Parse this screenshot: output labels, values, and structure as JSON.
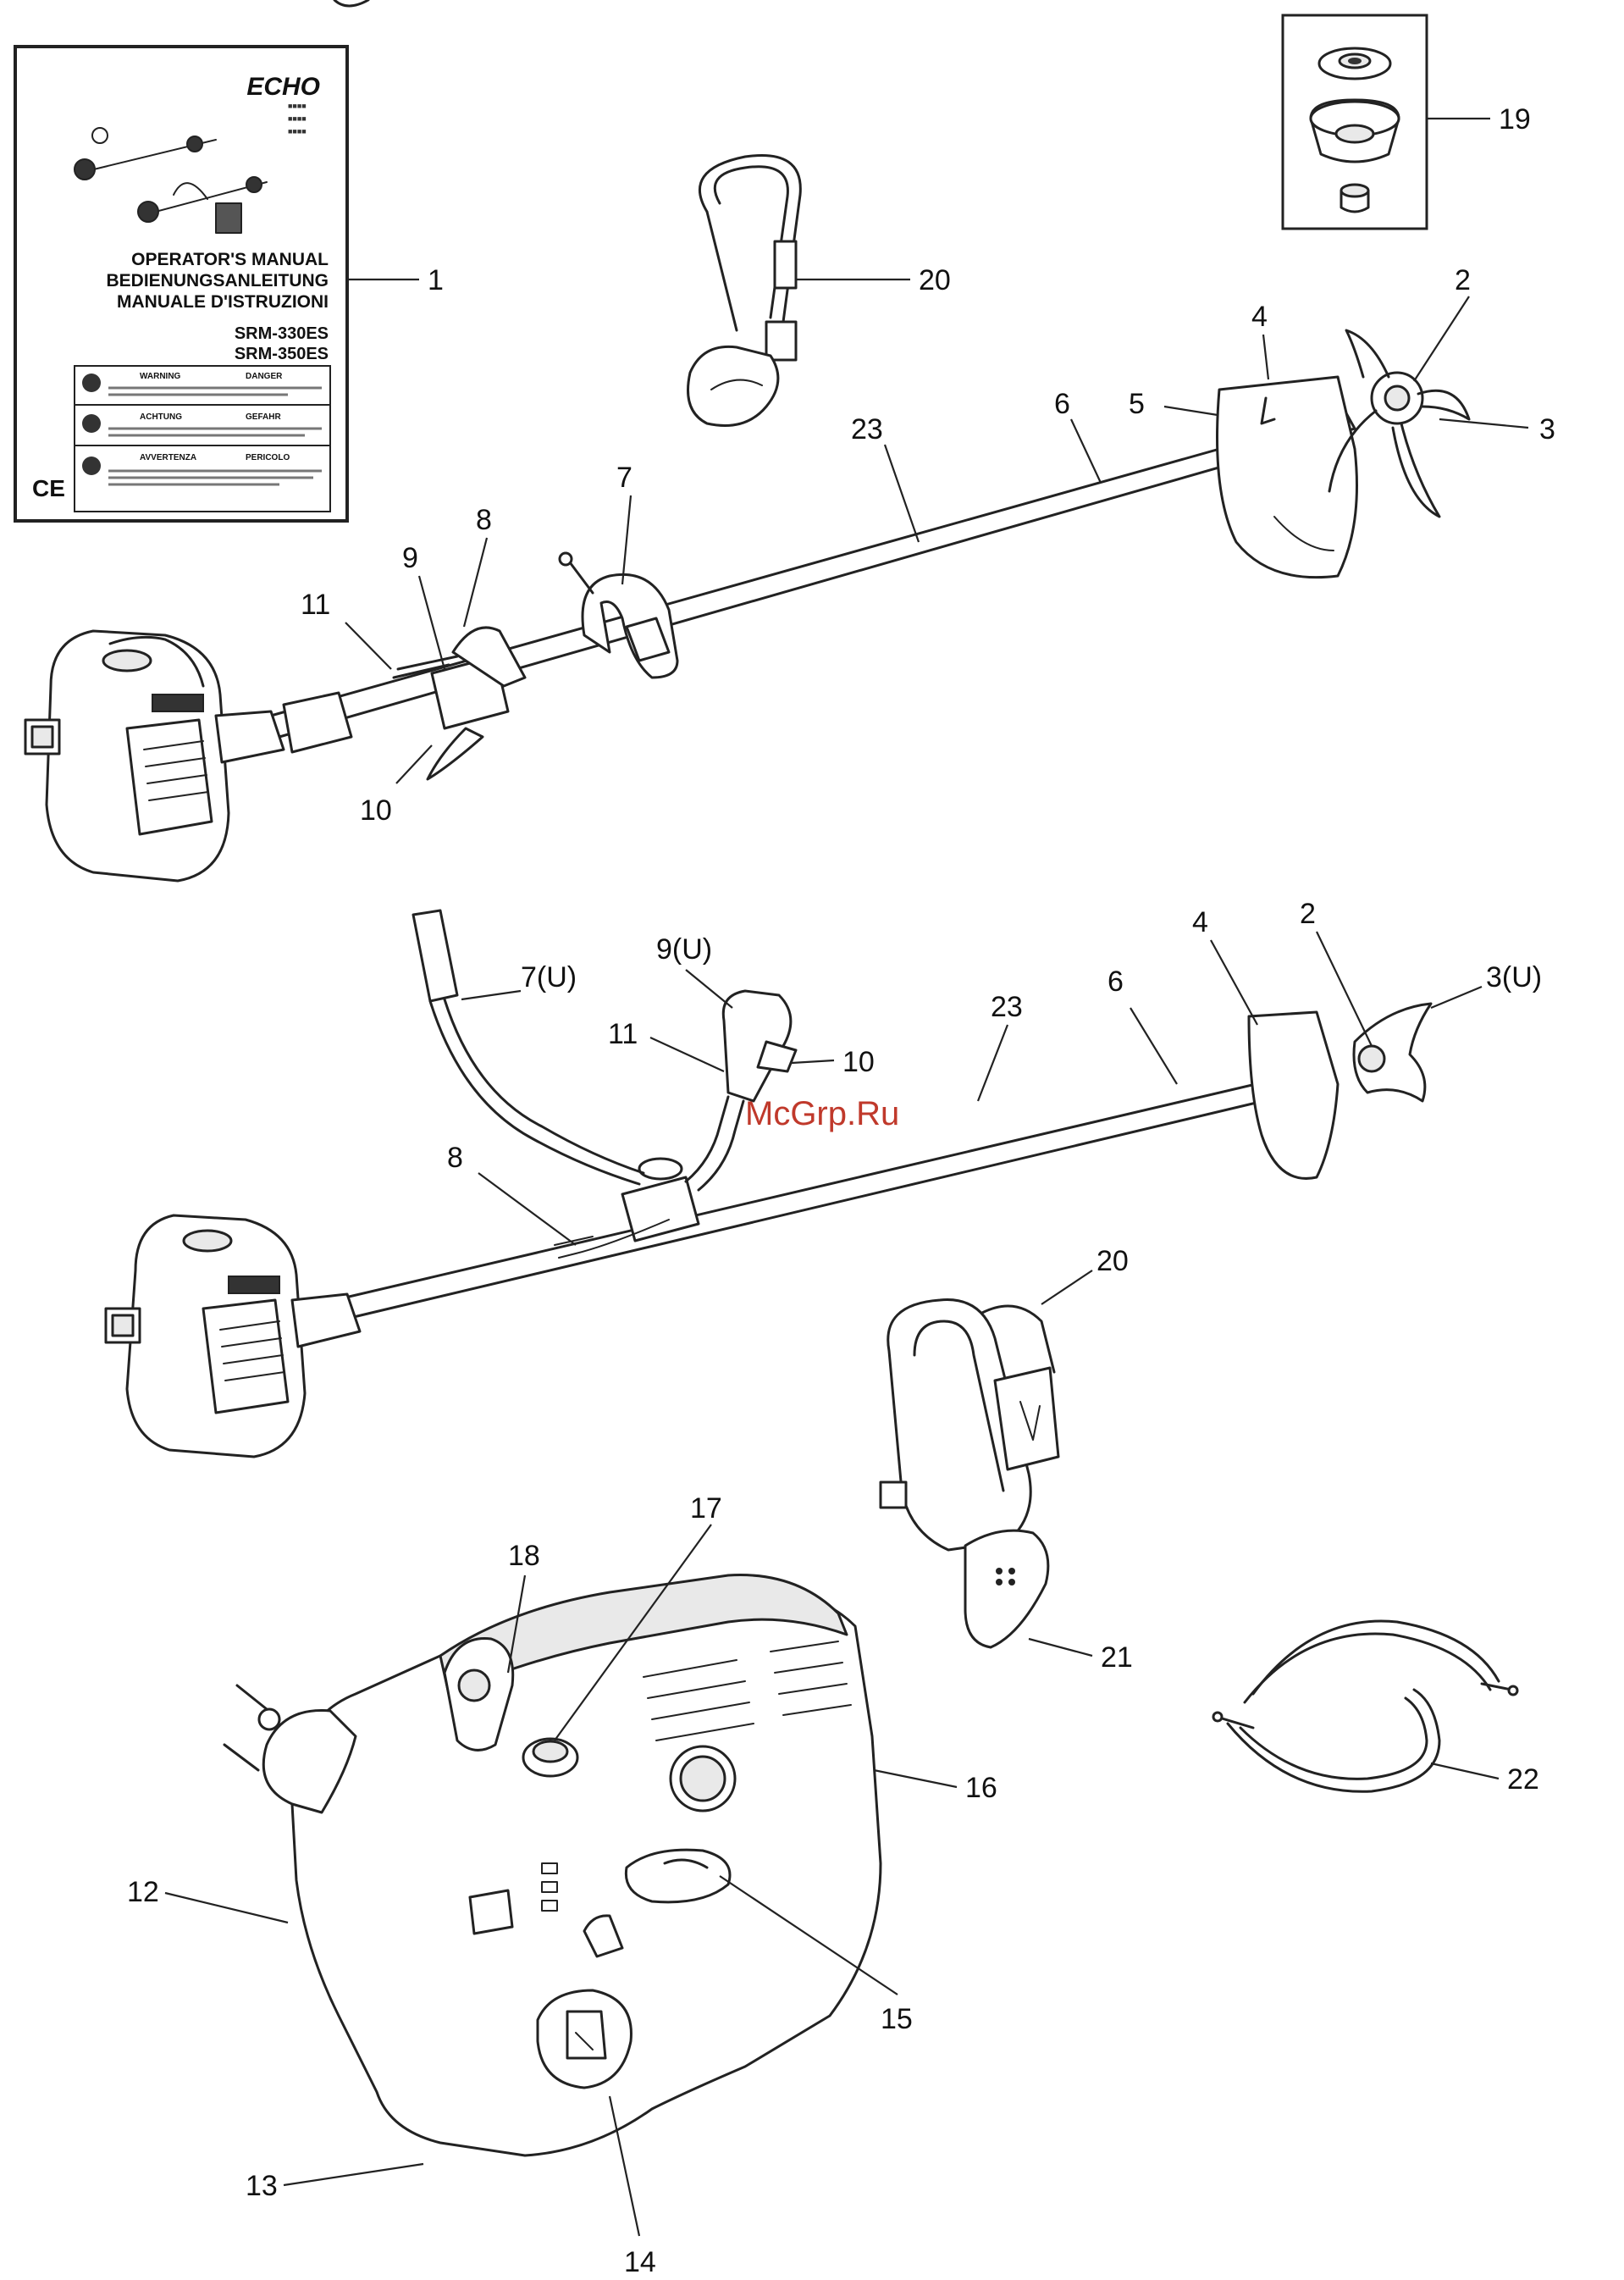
{
  "manual": {
    "brand": "ECHO",
    "title_lines": [
      "OPERATOR'S MANUAL",
      "BEDIENUNGSANLEITUNG",
      "MANUALE D'ISTRUZIONI"
    ],
    "models": [
      "SRM-330ES",
      "SRM-350ES"
    ],
    "warnings": [
      {
        "left": "WARNING",
        "right": "DANGER"
      },
      {
        "left": "ACHTUNG",
        "right": "GEFAHR"
      },
      {
        "left": "AVVERTENZA",
        "right": "PERICOLO"
      }
    ],
    "mark": "CE"
  },
  "watermark": "McGrp.Ru",
  "callouts": [
    {
      "id": "c1",
      "label": "1"
    },
    {
      "id": "c2a",
      "label": "2"
    },
    {
      "id": "c3a",
      "label": "3"
    },
    {
      "id": "c4a",
      "label": "4"
    },
    {
      "id": "c5",
      "label": "5"
    },
    {
      "id": "c6a",
      "label": "6"
    },
    {
      "id": "c7a",
      "label": "7"
    },
    {
      "id": "c8a",
      "label": "8"
    },
    {
      "id": "c9a",
      "label": "9"
    },
    {
      "id": "c10a",
      "label": "10"
    },
    {
      "id": "c11a",
      "label": "11"
    },
    {
      "id": "c19",
      "label": "19"
    },
    {
      "id": "c20a",
      "label": "20"
    },
    {
      "id": "c23a",
      "label": "23"
    },
    {
      "id": "c7u",
      "label": "7(U)"
    },
    {
      "id": "c9u",
      "label": "9(U)"
    },
    {
      "id": "c11b",
      "label": "11"
    },
    {
      "id": "c10b",
      "label": "10"
    },
    {
      "id": "c23b",
      "label": "23"
    },
    {
      "id": "c6b",
      "label": "6"
    },
    {
      "id": "c4b",
      "label": "4"
    },
    {
      "id": "c2b",
      "label": "2"
    },
    {
      "id": "c3u",
      "label": "3(U)"
    },
    {
      "id": "c8b",
      "label": "8"
    },
    {
      "id": "c20b",
      "label": "20"
    },
    {
      "id": "c21",
      "label": "21"
    },
    {
      "id": "c18",
      "label": "18"
    },
    {
      "id": "c17",
      "label": "17"
    },
    {
      "id": "c16",
      "label": "16"
    },
    {
      "id": "c12",
      "label": "12"
    },
    {
      "id": "c15",
      "label": "15"
    },
    {
      "id": "c22",
      "label": "22"
    },
    {
      "id": "c13",
      "label": "13"
    },
    {
      "id": "c14",
      "label": "14"
    }
  ]
}
